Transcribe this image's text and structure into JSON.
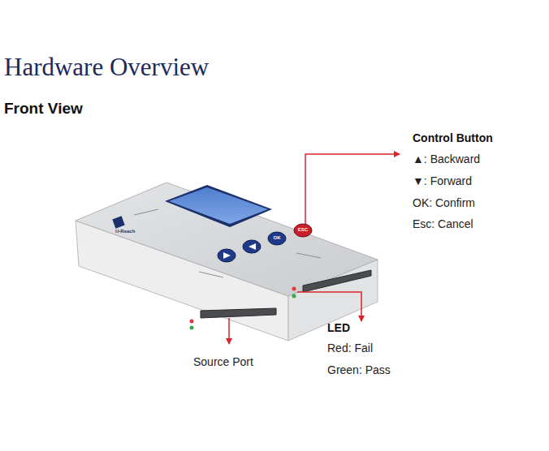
{
  "diagram": {
    "title": "Hardware Overview",
    "labels": [
      "Front View",
      "Control Button",
      "▲: Backward",
      "▼: Forward",
      "OK: Confirm",
      "Esc: Cancel",
      "LED",
      "Red: Fail",
      "Green: Pass",
      "Source Port",
      "OK",
      "ESC",
      "U-Reach"
    ]
  }
}
